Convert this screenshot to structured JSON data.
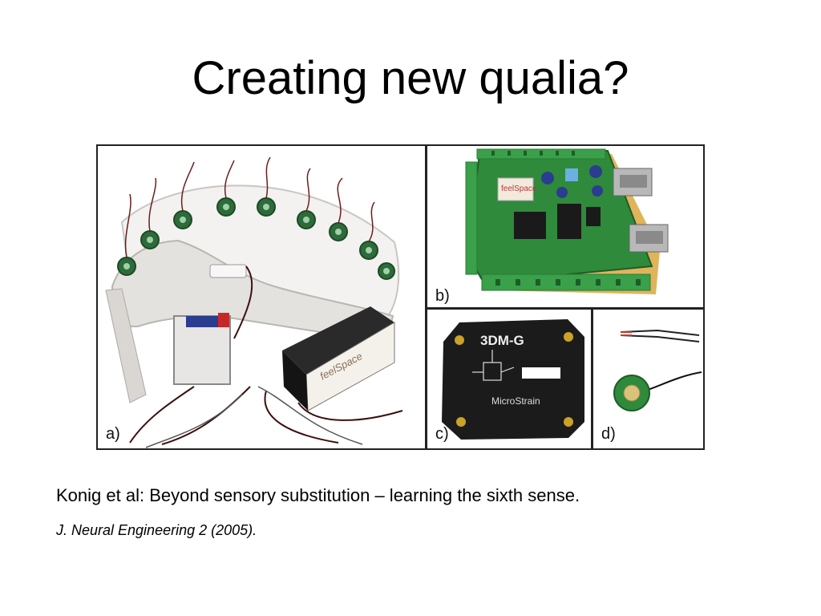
{
  "slide": {
    "title": "Creating new qualia?",
    "caption": "Konig et al: Beyond sensory substitution – learning the sixth sense.",
    "citation": "J. Neural Engineering 2 (2005)."
  },
  "figure": {
    "panels": [
      {
        "label": "a)"
      },
      {
        "label": "b)"
      },
      {
        "label": "c)"
      },
      {
        "label": "d)"
      }
    ]
  },
  "colors": {
    "figure_border": "#222222",
    "pcb_green": "#2f8a3c",
    "terminal_green": "#3aa04a",
    "belt_white": "#ecebea",
    "box_black": "#1b1b1b"
  }
}
